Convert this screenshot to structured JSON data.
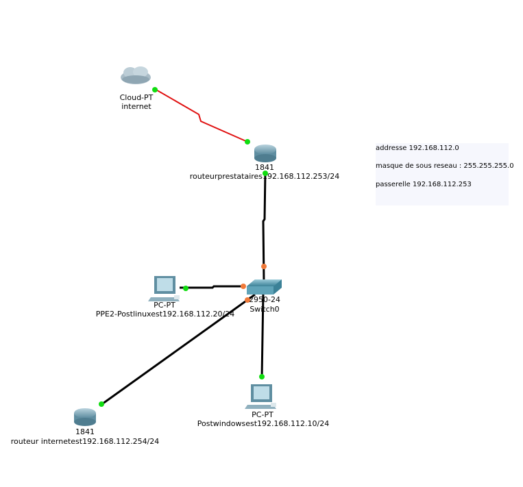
{
  "devices": {
    "cloud": {
      "model": "Cloud-PT",
      "name": "internet"
    },
    "router_provider": {
      "model": "1841",
      "name": "routeurprestataires192.168.112.253/24"
    },
    "switch": {
      "model": "2950-24",
      "name": "Switch0"
    },
    "pc_linux": {
      "model": "PC-PT",
      "name": "PPE2-Postlinuxest192.168.112.20/24"
    },
    "router_internet": {
      "model": "1841",
      "name": "routeur internetest192.168.112.254/24"
    },
    "pc_windows": {
      "model": "PC-PT",
      "name": "Postwindowsest192.168.112.10/24"
    }
  },
  "note": {
    "line1": "addresse 192.168.112.0",
    "line2": "masque de sous reseau : 255.255.255.0",
    "line3": "passerelle 192.168.112.253"
  },
  "colors": {
    "serial_link": "#e01010",
    "ethernet_link": "#000000",
    "port_up": "#11dd11",
    "port_blocking": "#f07a3a",
    "note_bg": "#f6f7fd"
  }
}
